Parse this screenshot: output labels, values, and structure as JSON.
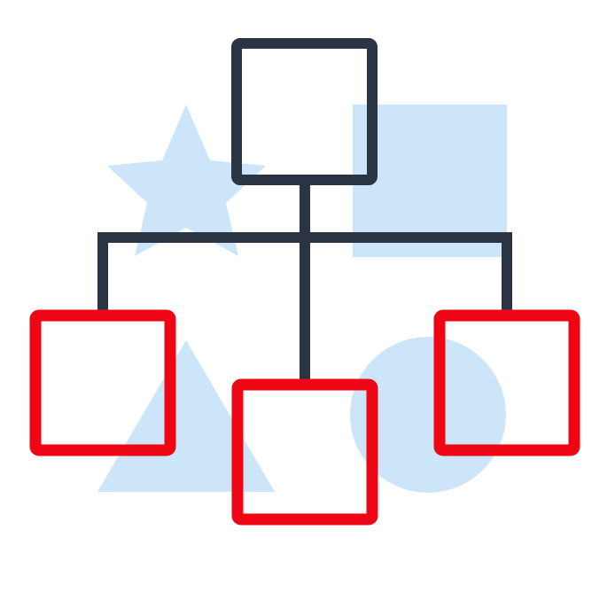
{
  "colors": {
    "background": "#ffffff",
    "decoration_fill": "#cce5f8",
    "root_node_stroke": "#2a3442",
    "connector_stroke": "#2a3442",
    "child_node_stroke": "#ee0614"
  },
  "decorations": [
    {
      "shape": "star"
    },
    {
      "shape": "square"
    },
    {
      "shape": "triangle"
    },
    {
      "shape": "circle"
    }
  ],
  "nodes": {
    "root": {
      "role": "parent"
    },
    "children": [
      {
        "role": "child",
        "position": "left"
      },
      {
        "role": "child",
        "position": "center"
      },
      {
        "role": "child",
        "position": "right"
      }
    ]
  }
}
